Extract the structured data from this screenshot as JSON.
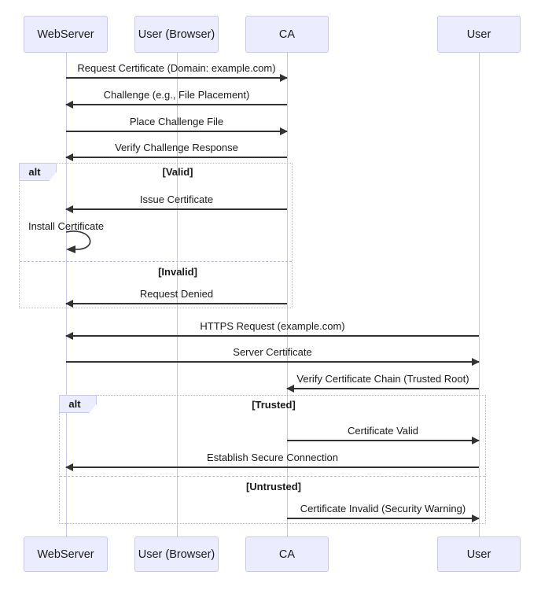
{
  "diagram_type": "sequence",
  "participants": [
    {
      "id": "webserver",
      "label": "WebServer"
    },
    {
      "id": "user-browser",
      "label": "User (Browser)"
    },
    {
      "id": "ca",
      "label": "CA"
    },
    {
      "id": "user",
      "label": "User"
    }
  ],
  "messages": [
    {
      "label": "Request Certificate (Domain: example.com)",
      "from": "WebServer",
      "to": "CA",
      "direction": "right"
    },
    {
      "label": "Challenge (e.g., File Placement)",
      "from": "CA",
      "to": "WebServer",
      "direction": "left"
    },
    {
      "label": "Place Challenge File",
      "from": "WebServer",
      "to": "CA",
      "direction": "right"
    },
    {
      "label": "Verify Challenge Response",
      "from": "CA",
      "to": "WebServer",
      "direction": "left"
    },
    {
      "label": "Issue Certificate",
      "from": "CA",
      "to": "WebServer",
      "direction": "left"
    },
    {
      "label": "Install Certificate",
      "from": "WebServer",
      "to": "WebServer",
      "direction": "self"
    },
    {
      "label": "Request Denied",
      "from": "CA",
      "to": "WebServer",
      "direction": "left"
    },
    {
      "label": "HTTPS Request (example.com)",
      "from": "User",
      "to": "WebServer",
      "direction": "left"
    },
    {
      "label": "Server Certificate",
      "from": "WebServer",
      "to": "User",
      "direction": "right"
    },
    {
      "label": "Verify Certificate Chain (Trusted Root)",
      "from": "User",
      "to": "CA",
      "direction": "left"
    },
    {
      "label": "Certificate Valid",
      "from": "CA",
      "to": "User",
      "direction": "right"
    },
    {
      "label": "Establish Secure Connection",
      "from": "User",
      "to": "WebServer",
      "direction": "left"
    },
    {
      "label": "Certificate Invalid (Security Warning)",
      "from": "CA",
      "to": "User",
      "direction": "right"
    }
  ],
  "alt_blocks": [
    {
      "operator": "alt",
      "conditions": [
        "[Valid]",
        "[Invalid]"
      ]
    },
    {
      "operator": "alt",
      "conditions": [
        "[Trusted]",
        "[Untrusted]"
      ]
    }
  ],
  "colors": {
    "actor_fill": "#ECECFF",
    "actor_border": "#c9c9f0",
    "lifeline": "#c6c6e8",
    "frame_border": "#b9b9e0",
    "arrow": "#333333",
    "text": "#1a1a1a",
    "background": "#ffffff"
  }
}
